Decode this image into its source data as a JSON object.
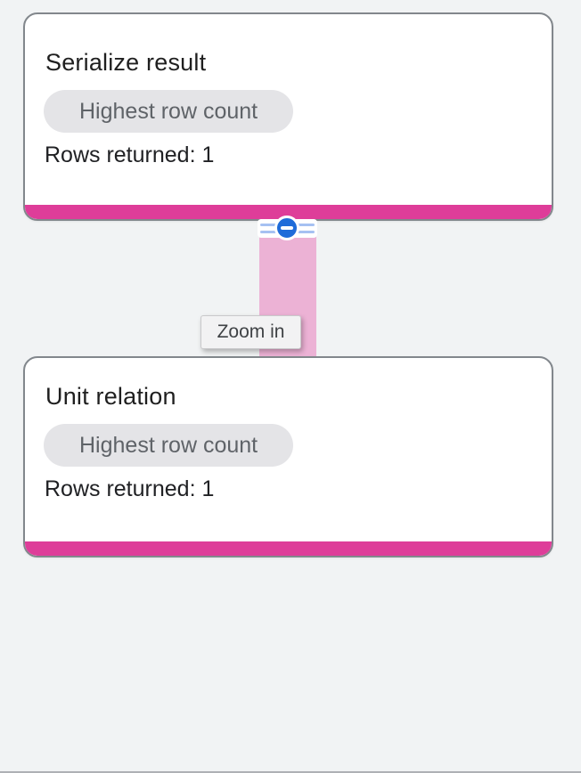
{
  "view": {
    "name": "query-plan-graph",
    "background_color": "#f1f3f4"
  },
  "nodes": [
    {
      "title": "Serialize result",
      "badge": "Highest row count",
      "rows_label": "Rows returned: 1",
      "accent_color": "#de3d99"
    },
    {
      "title": "Unit relation",
      "badge": "Highest row count",
      "rows_label": "Rows returned: 1",
      "accent_color": "#de3d99"
    }
  ],
  "edge": {
    "band_color": "#ecb2d5",
    "collapse_icon": "minus-circle-icon",
    "collapse_icon_color": "#1f6cd9",
    "stripe_color": "#a6c1f2"
  },
  "tooltip": {
    "label": "Zoom in"
  }
}
